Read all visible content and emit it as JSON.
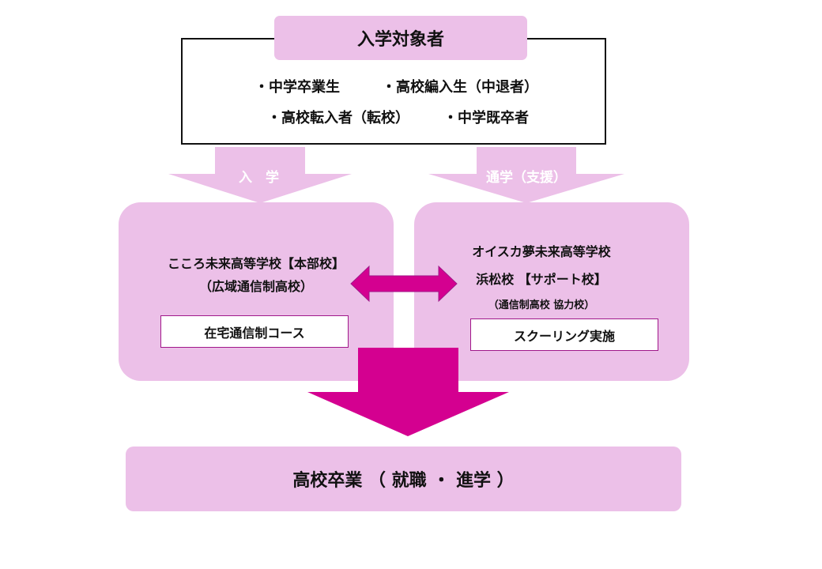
{
  "target": {
    "title": "入学対象者",
    "items": [
      "・中学卒業生",
      "・高校編入生（中退者）",
      "・高校転入者（転校）",
      "・中学既卒者"
    ]
  },
  "arrows": {
    "left_label": "入　学",
    "right_label": "通学（支援）"
  },
  "left_panel": {
    "line1": "こころ未来高等学校【本部校】",
    "line2": "（広域通信制高校）",
    "course": "在宅通信制コース"
  },
  "right_panel": {
    "line1": "オイスカ夢未来高等学校",
    "line2": "浜松校 【サポート校】",
    "line3": "（通信制高校 協力校）",
    "course": "スクーリング実施"
  },
  "bottom": {
    "label": "高校卒業 （ 就職 ・ 進学 ）"
  },
  "colors": {
    "pink": "#ecc0e8",
    "magenta": "#d40090",
    "accent_border": "#a0188a"
  }
}
